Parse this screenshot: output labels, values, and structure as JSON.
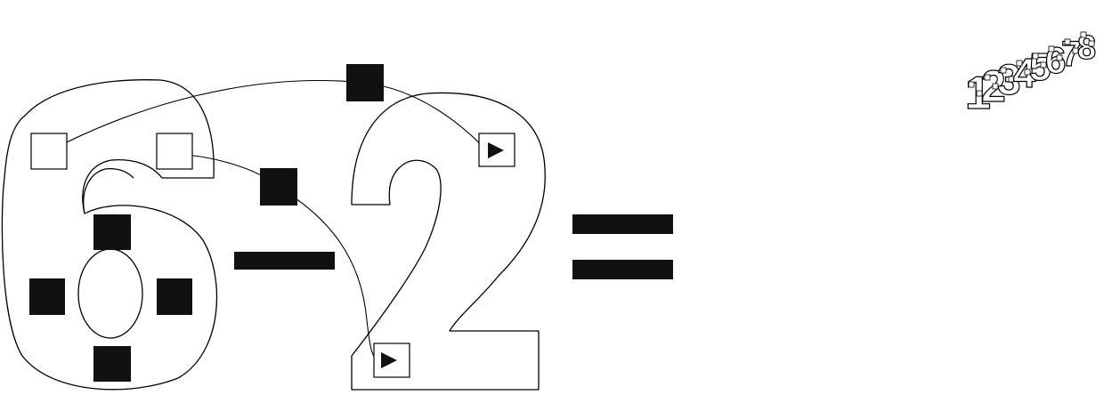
{
  "equation": {
    "operand_left": "6",
    "operator": "−",
    "operand_right": "2",
    "equals": "="
  },
  "corner_sequence": [
    "1",
    "2",
    "3",
    "4",
    "5",
    "6",
    "7",
    "8"
  ],
  "colors": {
    "ink": "#111111",
    "outline": "#000000",
    "background": "#ffffff"
  }
}
